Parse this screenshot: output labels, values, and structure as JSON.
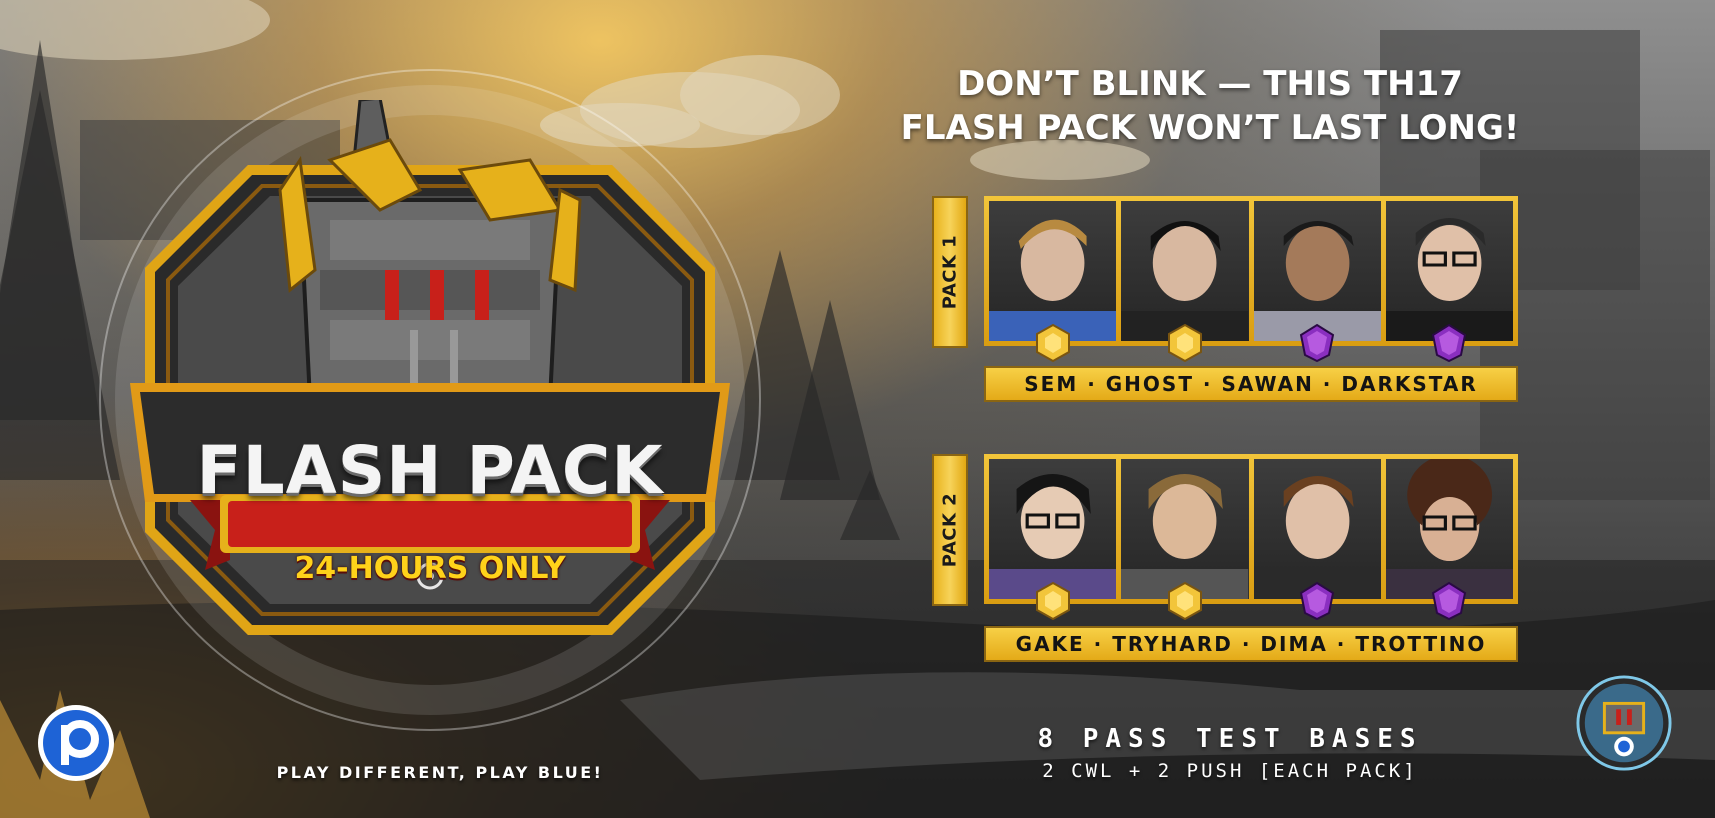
{
  "brand": {
    "logo_icon": "blue-p-logo-icon",
    "accent_blue": "#1e63d6",
    "accent_gold": "#f2c53a",
    "accent_red": "#c8201a",
    "slogan": "PLAY DIFFERENT, PLAY BLUE!"
  },
  "emblem": {
    "title": "FLASH PACK",
    "ribbon": "24-HOURS ONLY",
    "icon": "townhall-17-icon"
  },
  "headline": {
    "line1": "DON’T BLINK — THIS TH17",
    "line2": "FLASH PACK WON’T LAST LONG!"
  },
  "packs": [
    {
      "label": "PACK 1",
      "names": "SEM · GHOST · SAWAN · DARKSTAR",
      "players": [
        {
          "badge": "gold-hex-badge-icon"
        },
        {
          "badge": "gold-hex-badge-icon"
        },
        {
          "badge": "purple-gem-badge-icon"
        },
        {
          "badge": "purple-gem-badge-icon"
        }
      ]
    },
    {
      "label": "PACK 2",
      "names": "GAKE · TRYHARD · DIMA · TROTTINO",
      "players": [
        {
          "badge": "gold-hex-badge-icon"
        },
        {
          "badge": "gold-hex-badge-icon"
        },
        {
          "badge": "purple-gem-badge-icon"
        },
        {
          "badge": "purple-gem-badge-icon"
        }
      ]
    }
  ],
  "bases": {
    "title": "8 PASS TEST BASES",
    "subtitle": "2 CWL + 2 PUSH [EACH PACK]"
  },
  "corner_badge_icon": "clan-badge-icon"
}
